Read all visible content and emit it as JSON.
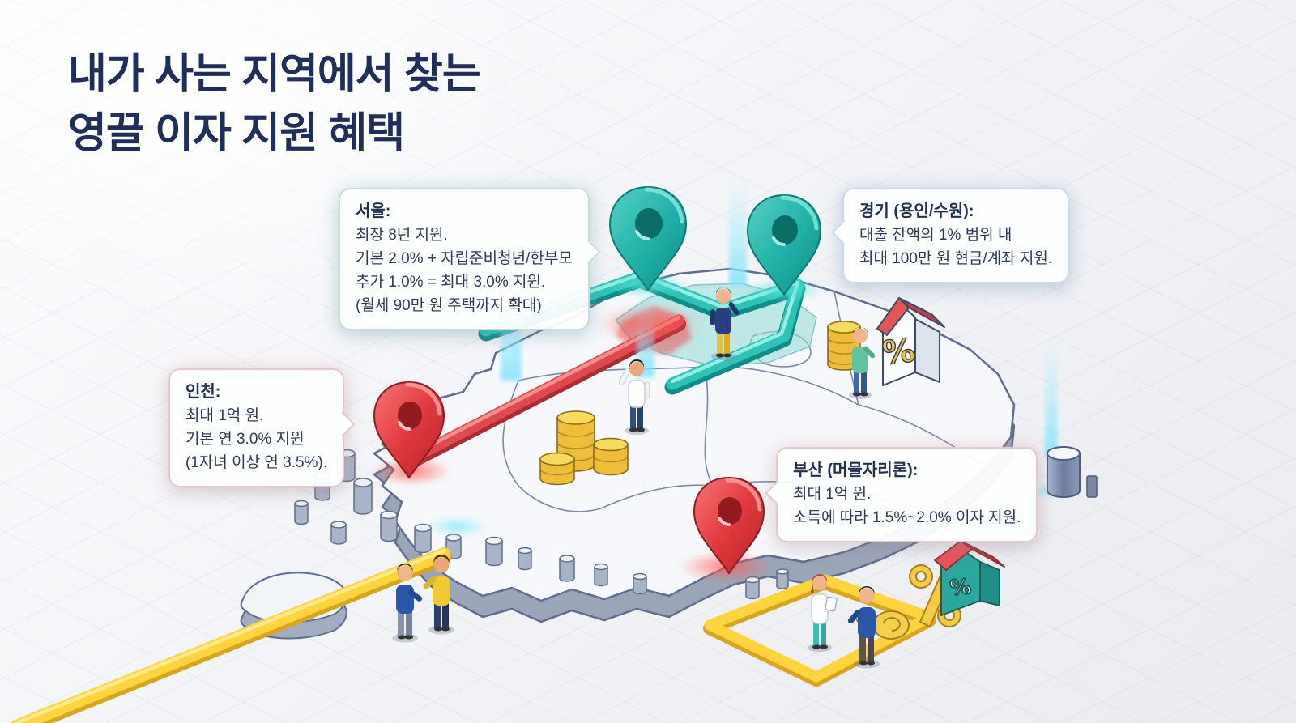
{
  "title": {
    "line1": "내가 사는 지역에서 찾는",
    "line2": "영끌 이자 지원 혜택"
  },
  "callouts": [
    {
      "id": "seoul",
      "region": "서울:",
      "lines": [
        "최장 8년 지원.",
        "기본 2.0% + 자립준비청년/한부모",
        "추가 1.0% = 최대 3.0% 지원.",
        "(월세 90만 원 주택까지 확대)"
      ]
    },
    {
      "id": "gyeonggi",
      "region": "경기 (용인/수원):",
      "lines": [
        "대출 잔액의 1% 범위 내",
        "최대 100만 원 현금/계좌 지원."
      ]
    },
    {
      "id": "incheon",
      "region": "인천:",
      "lines": [
        "최대 1억 원.",
        "기본 연 3.0% 지원",
        "(1자녀 이상 연 3.5%)."
      ]
    },
    {
      "id": "busan",
      "region": "부산 (머물자리론):",
      "lines": [
        "최대 1억 원.",
        "소득에 따라 1.5%~2.0% 이자 지원."
      ]
    }
  ],
  "map": {
    "pins": [
      {
        "id": "seoul-pin",
        "color": "#22b3a9"
      },
      {
        "id": "gyeonggi-pin",
        "color": "#22b3a9"
      },
      {
        "id": "incheon-pin",
        "color": "#e23a3e"
      },
      {
        "id": "busan-pin",
        "color": "#e23a3e"
      }
    ]
  },
  "glyphs": {
    "percent": "%"
  },
  "colors": {
    "title_navy": "#202e5c",
    "teal": "#2fc3b8",
    "red": "#e24a4e",
    "yellow": "#ffd43c",
    "map_top": "#f6f8fb",
    "map_side": "#9aa5ba",
    "outline": "#5f6e8e"
  }
}
